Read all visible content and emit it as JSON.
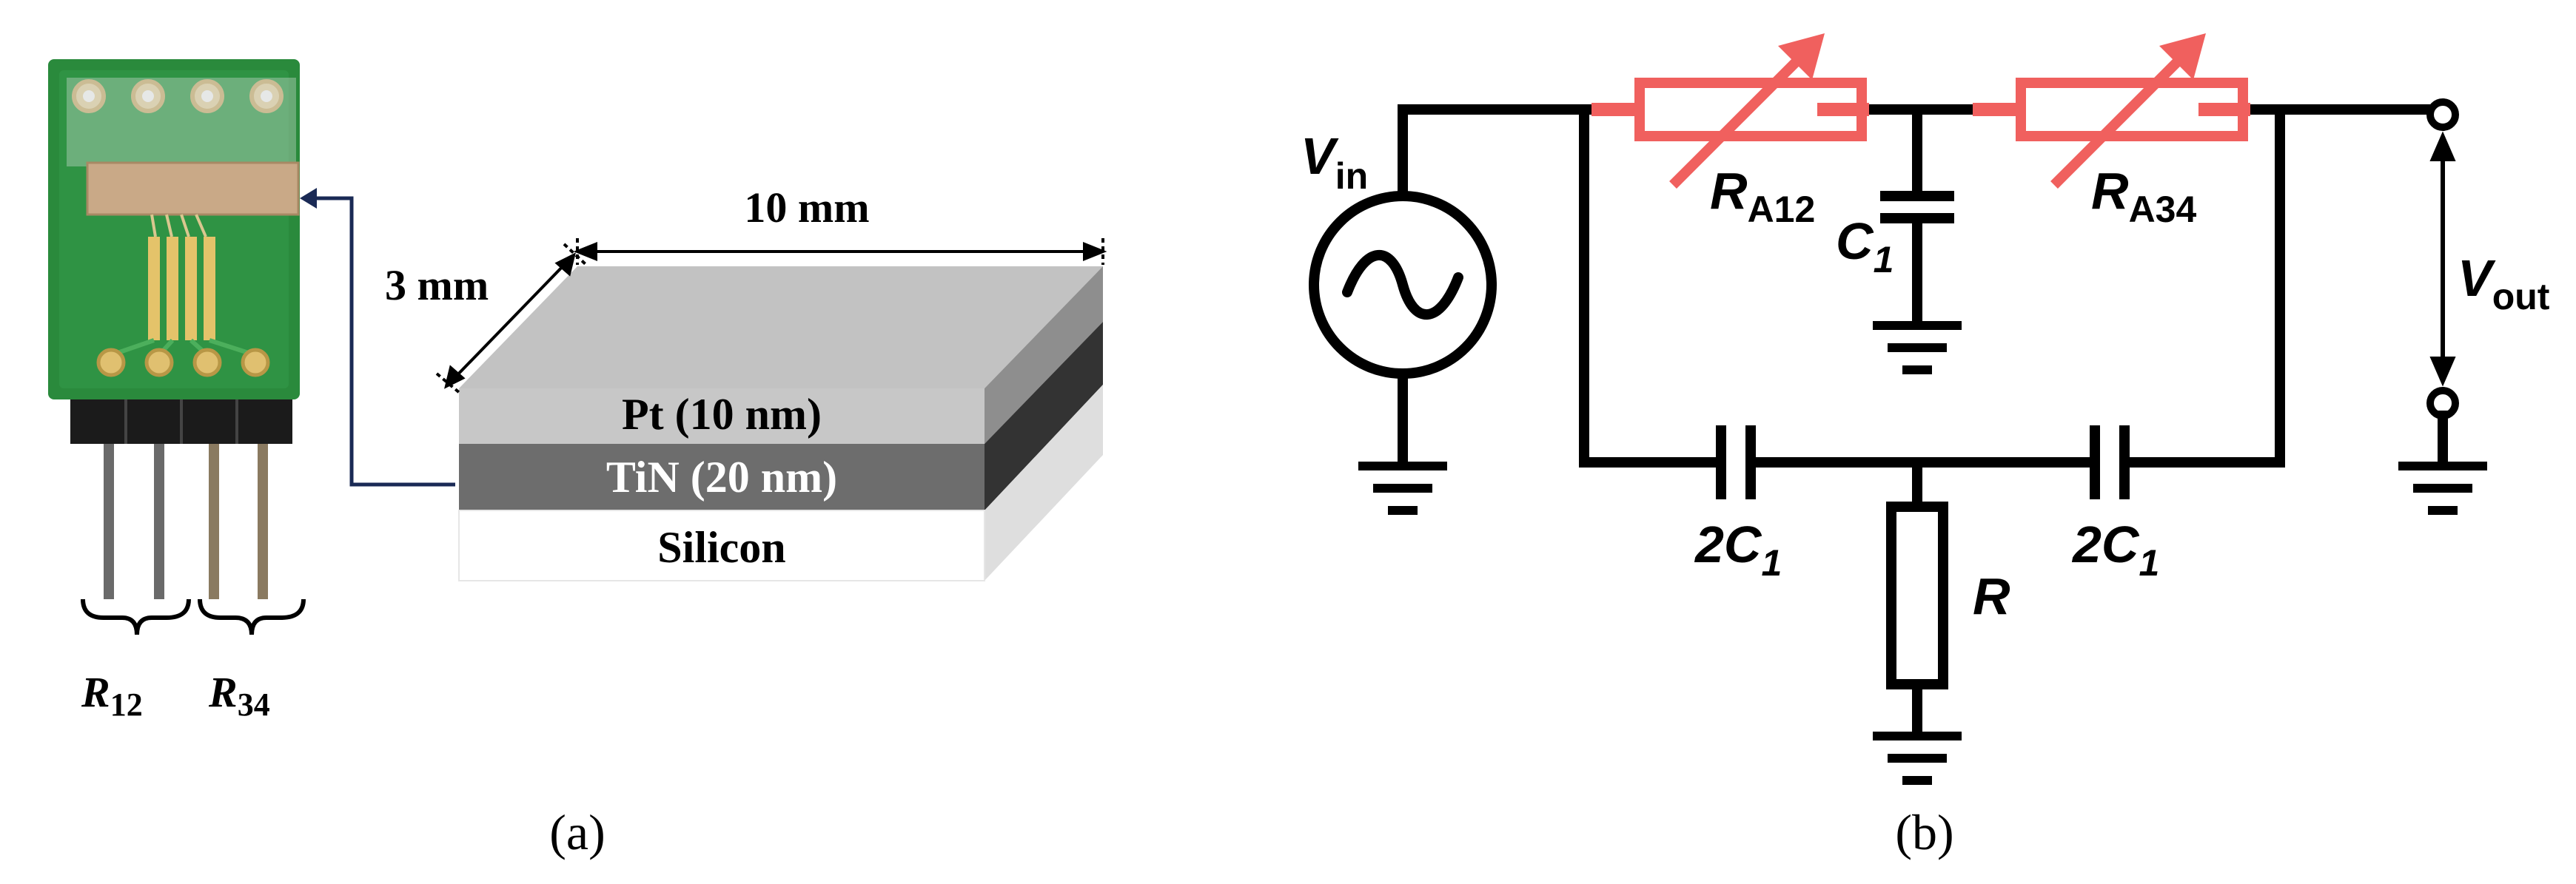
{
  "panel_a": {
    "caption": "(a)",
    "dimensions": {
      "width": "10 mm",
      "depth": "3 mm"
    },
    "layers": [
      "Pt (10 nm)",
      "TiN (20 nm)",
      "Silicon"
    ],
    "pin_labels": {
      "pair_1": {
        "base": "R",
        "sub": "12"
      },
      "pair_2": {
        "base": "R",
        "sub": "34"
      }
    },
    "colors": {
      "pcb": "#2a8a3c",
      "pt_layer": "#c7c7c7",
      "tin_layer": "#6d6d6d",
      "silicon": "#ffffff",
      "arrow": "#1a2a55"
    }
  },
  "panel_b": {
    "caption": "(b)",
    "vin": {
      "base": "V",
      "sub": "in"
    },
    "vout": {
      "base": "V",
      "sub": "out"
    },
    "ra12": {
      "base": "R",
      "sub": "A12"
    },
    "ra34": {
      "base": "R",
      "sub": "A34"
    },
    "c1": {
      "base": "C",
      "sub": "1"
    },
    "c2_left": {
      "base": "2C",
      "sub": "1"
    },
    "c2_right": {
      "base": "2C",
      "sub": "1"
    },
    "r": "R",
    "colors": {
      "wire": "#000000",
      "variable_resistor": "#f0605e"
    }
  }
}
